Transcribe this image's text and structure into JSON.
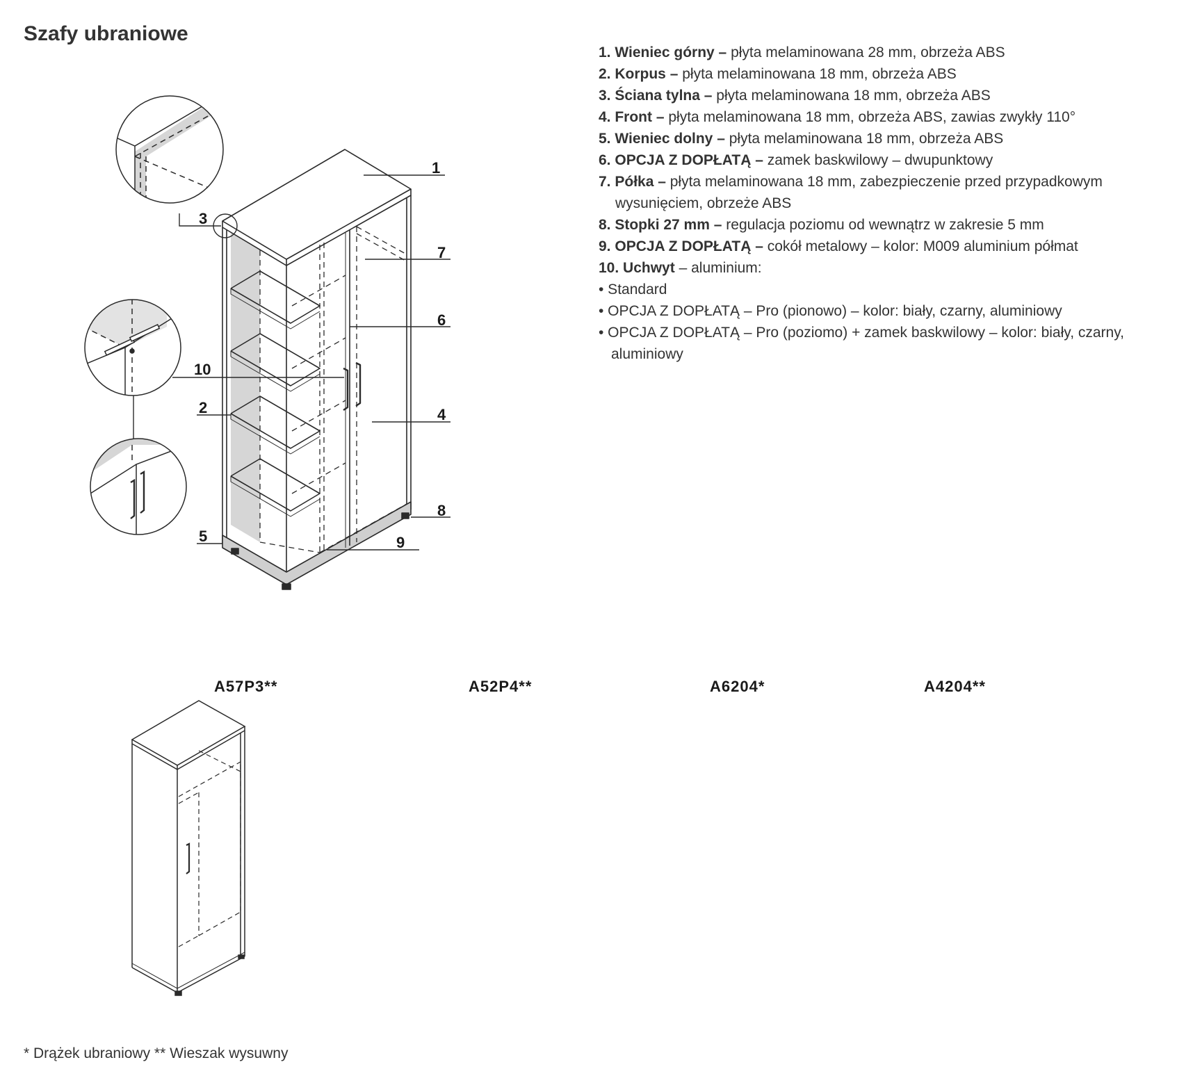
{
  "page_title": "Szafy ubraniowe",
  "specs": [
    {
      "num": "1.",
      "name": "Wieniec górny",
      "sep": " – ",
      "desc": "płyta melaminowana 28 mm, obrzeża ABS"
    },
    {
      "num": "2.",
      "name": "Korpus",
      "sep": " – ",
      "desc": "płyta melaminowana 18 mm, obrzeża ABS"
    },
    {
      "num": "3.",
      "name": "Ściana tylna",
      "sep": " – ",
      "desc": "płyta melaminowana 18 mm, obrzeża ABS"
    },
    {
      "num": "4.",
      "name": "Front",
      "sep": " – ",
      "desc": "płyta melaminowana 18 mm, obrzeża ABS, zawias zwykły 110°"
    },
    {
      "num": "5.",
      "name": "Wieniec dolny",
      "sep": " – ",
      "desc": "płyta melaminowana 18 mm, obrzeża ABS"
    },
    {
      "num": "6.",
      "name": "OPCJA Z DOPŁATĄ",
      "sep": " – ",
      "desc": "zamek baskwilowy – dwupunktowy"
    },
    {
      "num": "7.",
      "name": "Półka",
      "sep": " – ",
      "desc": "płyta melaminowana 18 mm, zabezpieczenie przed przypadkowym",
      "cont": "wysunięciem, obrzeże ABS"
    },
    {
      "num": "8.",
      "name": "Stopki 27 mm",
      "sep": " – ",
      "desc": "regulacja poziomu od wewnątrz w zakresie 5 mm"
    },
    {
      "num": "9.",
      "name": "OPCJA Z DOPŁATĄ",
      "sep": " – ",
      "desc": "cokół metalowy – kolor: M009 aluminium półmat"
    },
    {
      "num": "10.",
      "name": "Uchwyt",
      "sep": " – ",
      "desc": "aluminium:"
    }
  ],
  "handle_options": [
    {
      "text": "• Standard"
    },
    {
      "text": "• OPCJA Z DOPŁATĄ – Pro (pionowo) – kolor: biały, czarny, aluminiowy"
    },
    {
      "text": "• OPCJA Z DOPŁATĄ – Pro (poziomo) + zamek baskwilowy – kolor: biały, czarny,",
      "cont": "aluminiowy"
    }
  ],
  "callouts": [
    "1",
    "2",
    "3",
    "4",
    "5",
    "6",
    "7",
    "8",
    "9",
    "10"
  ],
  "models": [
    {
      "code": "A57P3**"
    },
    {
      "code": "A52P4**"
    },
    {
      "code": "A6204*"
    },
    {
      "code": "A4204**"
    }
  ],
  "footnote": "* Drążek ubraniowy ** Wieszak wysuwny",
  "colors": {
    "line": "#2a2a2a",
    "shade": "#d6d6d6",
    "text": "#333333"
  }
}
